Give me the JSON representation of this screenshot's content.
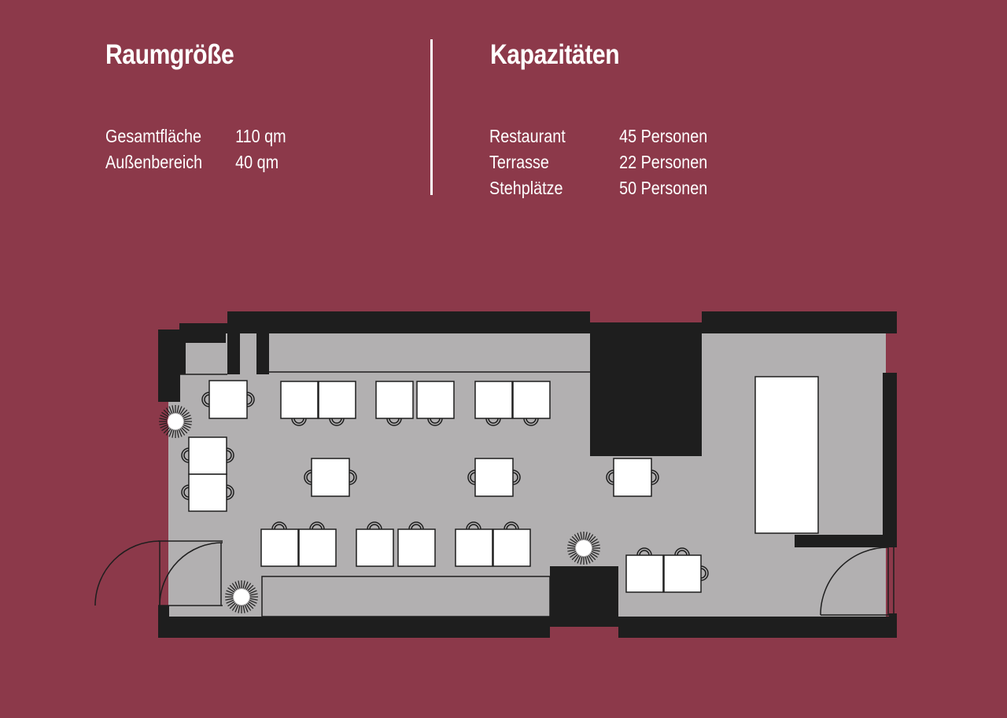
{
  "colors": {
    "background": "#8C394A",
    "text": "#FFFFFF",
    "floor": "#B2B0B1",
    "wall": "#1E1E1E",
    "furniture": "#FFFFFF",
    "outline": "#1E1E1E"
  },
  "room_size": {
    "heading": "Raumgröße",
    "rows": [
      {
        "label": "Gesamtfläche",
        "value": "110 qm"
      },
      {
        "label": "Außenbereich",
        "value": "40 qm"
      }
    ]
  },
  "capacities": {
    "heading": "Kapazitäten",
    "rows": [
      {
        "label": "Restaurant",
        "value": "45 Personen"
      },
      {
        "label": "Terrasse",
        "value": "22 Personen"
      },
      {
        "label": "Stehplätze",
        "value": "50 Personen"
      }
    ]
  },
  "floorplan": {
    "icons": [
      "table-icon",
      "chair-icon",
      "plant-icon",
      "door-icon",
      "bar-counter-icon"
    ]
  }
}
